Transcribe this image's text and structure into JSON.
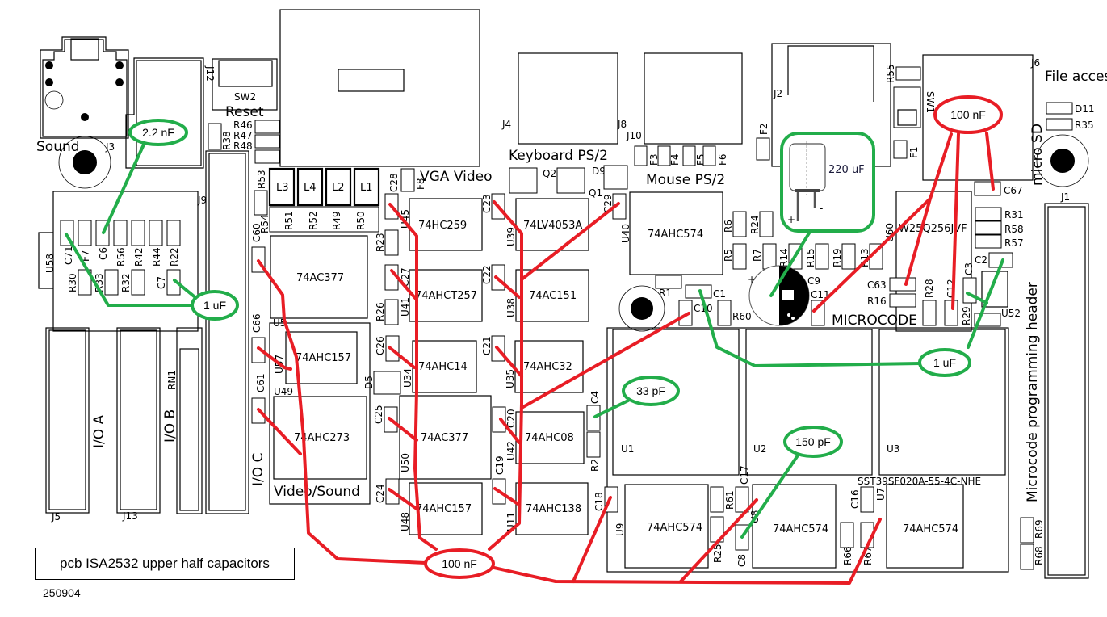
{
  "caption": {
    "title": "pcb ISA2532 upper half capacitors",
    "date": "250904"
  },
  "colors": {
    "cap_100nF": "#e81d25",
    "cap_other": "#22ad4a",
    "outline": "#000000"
  },
  "sections": {
    "sound": "Sound",
    "reset": "Reset",
    "vga_video": "VGA Video",
    "keyboard": "Keyboard PS/2",
    "mouse": "Mouse PS/2",
    "file_access": "File access",
    "micro_sd": "micro SD",
    "microcode": "MICROCODE",
    "microcode_header": "Microcode programming header",
    "video_sound": "Video/Sound",
    "io_a": "I/O A",
    "io_b": "I/O B",
    "io_c": "I/O C"
  },
  "chips": {
    "u45": "74HC259",
    "u39": "74LV4053A",
    "u40": "74AHC574",
    "u5": "74AC377",
    "u41": "74AHCT257",
    "u38": "74AC151",
    "u57": "74AHC157",
    "u34": "74AHC14",
    "u35": "74AHC32",
    "u49": "74AHC273",
    "u50": "74AC377",
    "u42": "74AHC08",
    "u48": "74AHC157",
    "u11": "74AHC138",
    "u9": "74AHC574",
    "u8": "74AHC574",
    "u7": "74AHC574",
    "u60": "W25Q256JVF",
    "flash": "SST39SF020A-55-4C-NHE"
  },
  "refs": {
    "J3": "J3",
    "J12": "J12",
    "SW2": "SW2",
    "R38": "R38",
    "R46": "R46",
    "R47": "R47",
    "R48": "R48",
    "J9": "J9",
    "R53": "R53",
    "R54": "R54",
    "L3": "L3",
    "L4": "L4",
    "L2": "L2",
    "L1": "L1",
    "R51": "R51",
    "R52": "R52",
    "R49": "R49",
    "R50": "R50",
    "C28": "C28",
    "F8": "F8",
    "J4": "J4",
    "J8": "J8",
    "J10": "J10",
    "F3": "F3",
    "F4": "F4",
    "F5": "F5",
    "F6": "F6",
    "Q2": "Q2",
    "Q1": "Q1",
    "D9": "D9",
    "C23": "C23",
    "C29": "C29",
    "U40": "U40",
    "U39": "U39",
    "U45": "U45",
    "R23": "R23",
    "C27": "C27",
    "U41": "U41",
    "C22": "C22",
    "U38": "U38",
    "U5": "U5",
    "C60": "C60",
    "C66": "C66",
    "C61": "C61",
    "U57": "U57",
    "U49": "U49",
    "R26": "R26",
    "D5": "D5",
    "C26": "C26",
    "U34": "U34",
    "C21": "C21",
    "U35": "U35",
    "C25": "C25",
    "U50": "U50",
    "C20": "C20",
    "U42": "U42",
    "C19": "C19",
    "C4": "C4",
    "R2": "R2",
    "C24": "C24",
    "U48": "U48",
    "U11": "U11",
    "C18": "C18",
    "U9": "U9",
    "R61": "R61",
    "C17": "C17",
    "R25": "R25",
    "C8": "C8",
    "U8": "U8",
    "R66": "R66",
    "C16": "C16",
    "R67": "R67",
    "U7": "U7",
    "R69": "R69",
    "R68": "R68",
    "J1": "J1",
    "J2": "J2",
    "F2": "F2",
    "R55": "R55",
    "SW1": "SW1",
    "F1": "F1",
    "J6": "J6",
    "D11": "D11",
    "R35": "R35",
    "C67": "C67",
    "R6": "R6",
    "R24": "R24",
    "R5": "R5",
    "R7": "R7",
    "R14": "R14",
    "R15": "R15",
    "R19": "R19",
    "R13": "R13",
    "R1": "R1",
    "C1": "C1",
    "C10": "C10",
    "R60": "R60",
    "C9": "C9",
    "C11": "C11",
    "C63": "C63",
    "R16": "R16",
    "R28": "R28",
    "C12": "C12",
    "C3": "C3",
    "R29": "R29",
    "U52": "U52",
    "C2": "C2",
    "R31": "R31",
    "R58": "R58",
    "R57": "R57",
    "U60": "U60",
    "U1": "U1",
    "U2": "U2",
    "U3": "U3",
    "U58": "U58",
    "C71": "C71",
    "F7": "F7",
    "C6": "C6",
    "R56": "R56",
    "R42": "R42",
    "R44": "R44",
    "R22": "R22",
    "R30": "R30",
    "R33": "R33",
    "R32": "R32",
    "C7": "C7",
    "J5": "J5",
    "J13": "J13",
    "RN1": "RN1"
  },
  "annotations": {
    "cap_2n2": "2.2 nF",
    "cap_1u_left": "1 uF",
    "cap_100n_top": "100 nF",
    "cap_220u": "220 uF",
    "cap_1u_right": "1 uF",
    "cap_33p": "33 pF",
    "cap_150p": "150 pF",
    "cap_100n_bottom": "100 nF",
    "polarity_plus": "+",
    "polarity_minus": "-"
  }
}
